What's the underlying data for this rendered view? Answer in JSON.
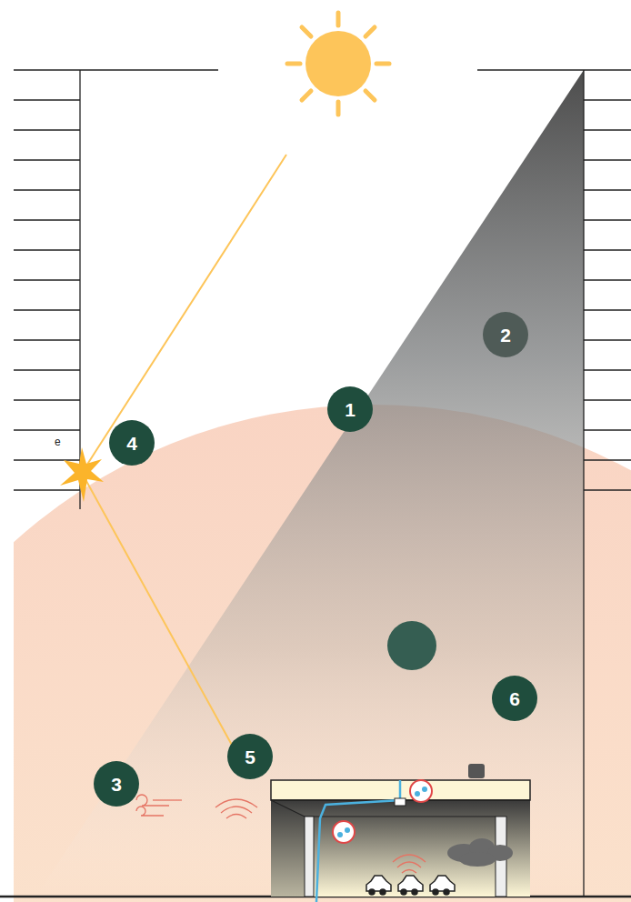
{
  "diagram": {
    "nodes": [
      {
        "text": [
          "1"
        ]
      },
      {
        "text": [
          "2"
        ]
      },
      {
        "text": [
          "3"
        ]
      },
      {
        "text": [
          "4"
        ]
      },
      {
        "text": [
          "5"
        ]
      },
      {
        "text": [
          "6"
        ]
      }
    ],
    "labels": [
      "e"
    ]
  }
}
